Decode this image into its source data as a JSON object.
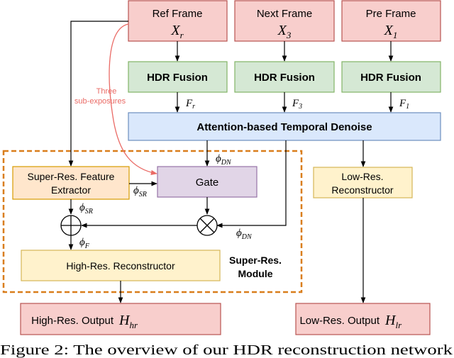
{
  "colors": {
    "pink_fill": "#f8cecc",
    "pink_stroke": "#b85450",
    "green_fill": "#d5e8d4",
    "green_stroke": "#82b366",
    "blue_fill": "#dae8fc",
    "blue_stroke": "#6c8ebf",
    "orange_fill": "#ffe6cc",
    "orange_stroke": "#d79b00",
    "purple_fill": "#e1d5e7",
    "purple_stroke": "#9673a6",
    "yellow_fill": "#fff2cc",
    "yellow_stroke": "#d6b656",
    "module_border": "#d97e1c",
    "red_arrow": "#ea6b66"
  },
  "inputs": {
    "ref": {
      "title": "Ref Frame",
      "symbol": "X",
      "sub": "r"
    },
    "next": {
      "title": "Next Frame",
      "symbol": "X",
      "sub": "3"
    },
    "pre": {
      "title": "Pre Frame",
      "symbol": "X",
      "sub": "1"
    }
  },
  "fusion_label": "HDR Fusion",
  "features": {
    "ref": {
      "symbol": "F",
      "sub": "r"
    },
    "next": {
      "symbol": "F",
      "sub": "3"
    },
    "pre": {
      "symbol": "F",
      "sub": "1"
    }
  },
  "sub_exposure_note": [
    "Three",
    "sub-exposures"
  ],
  "denoise_label": "Attention-based Temporal Denoise",
  "phi": "ϕ",
  "phi_dn_sub": "DN",
  "phi_sr_sub": "SR",
  "phi_f_sub": "F",
  "sr_extractor": [
    "Super-Res. Feature",
    "Extractor"
  ],
  "gate_label": "Gate",
  "hr_reconstructor": "High-Res. Reconstructor",
  "module_label": [
    "Super-Res.",
    "Module"
  ],
  "lr_reconstructor": [
    "Low-Res.",
    "Reconstructor"
  ],
  "outputs": {
    "hr": {
      "label": "High-Res. Output",
      "symbol": "H",
      "sub": "hr"
    },
    "lr": {
      "label": "Low-Res. Output",
      "symbol": "H",
      "sub": "lr"
    }
  },
  "caption": "Figure 2: The overview of our HDR reconstruction network"
}
